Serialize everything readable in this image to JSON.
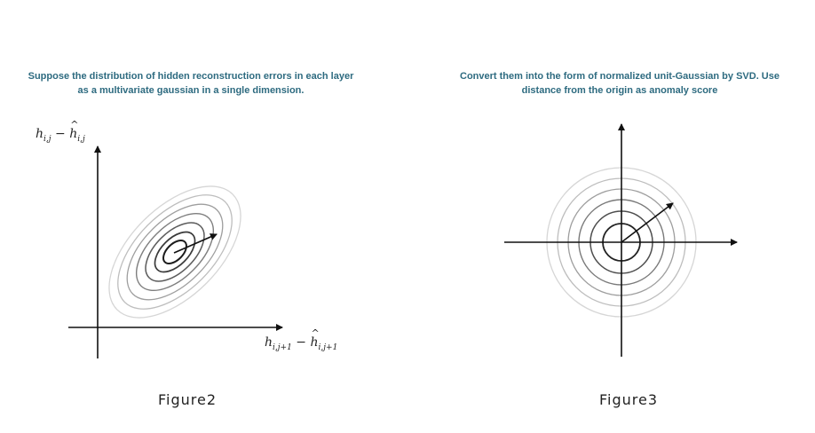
{
  "left_panel": {
    "title_line1": "Suppose the distribution of hidden reconstruction errors in each layer",
    "title_line2": "as a multivariate gaussian in a single dimension.",
    "y_label": {
      "h": "h",
      "sub": "i,j",
      "minus": " − ",
      "hat_h": "h",
      "hat_sub": "i,j"
    },
    "x_label": {
      "h": "h",
      "sub": "i,j+1",
      "minus": " − ",
      "hat_h": "h",
      "hat_sub": "i,j+1"
    },
    "caption": "Figure2"
  },
  "right_panel": {
    "title_line1": "Convert them into the form of normalized unit-Gaussian by SVD. Use",
    "title_line2": "distance from the origin as anomaly score",
    "caption": "Figure3"
  },
  "colors": {
    "title": "#2e6b80",
    "ink": "#111111"
  }
}
